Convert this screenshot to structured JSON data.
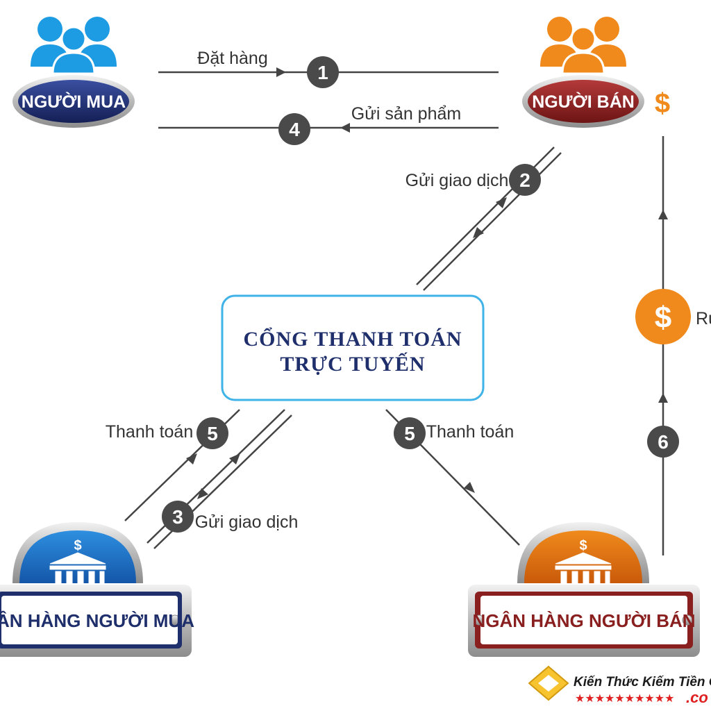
{
  "colors": {
    "buyer_blue": "#1d9be3",
    "seller_orange": "#f08a1c",
    "buyer_badge": "#1f2f6b",
    "seller_badge": "#8a1f1f",
    "step_circle": "#4a4a4a",
    "dollar_orange": "#f08a1c",
    "gateway_border": "#3fb2e8",
    "gateway_text": "#1f2f6b"
  },
  "actors": {
    "buyer": {
      "label": "NGƯỜI MUA",
      "icon": "people-icon"
    },
    "seller": {
      "label": "NGƯỜI BÁN",
      "icon": "people-icon"
    }
  },
  "gateway": {
    "line1": "CỔNG THANH TOÁN",
    "line2": "TRỰC TUYẾN"
  },
  "banks": {
    "buyer_bank": {
      "label": "NGÂN HÀNG NGƯỜI MUA",
      "icon": "bank-icon"
    },
    "seller_bank": {
      "label": "NGÂN HÀNG NGƯỜI BÁN",
      "icon": "bank-icon"
    }
  },
  "steps": {
    "s1": {
      "number": "1",
      "label": "Đặt hàng"
    },
    "s4": {
      "number": "4",
      "label": "Gửi sản phẩm"
    },
    "s2": {
      "number": "2",
      "label": "Gửi giao dịch"
    },
    "s5_left": {
      "number": "5",
      "label": "Thanh toán"
    },
    "s3": {
      "number": "3",
      "label": "Gửi giao dịch"
    },
    "s5_right": {
      "number": "5",
      "label": "Thanh toán"
    },
    "s6": {
      "number": "6"
    }
  },
  "withdraw": {
    "label": "Rú",
    "symbol": "$"
  },
  "seller_dollar": "$",
  "brand": {
    "name": "Kiến Thức Kiếm Tiền On",
    "suffix": ".co"
  }
}
